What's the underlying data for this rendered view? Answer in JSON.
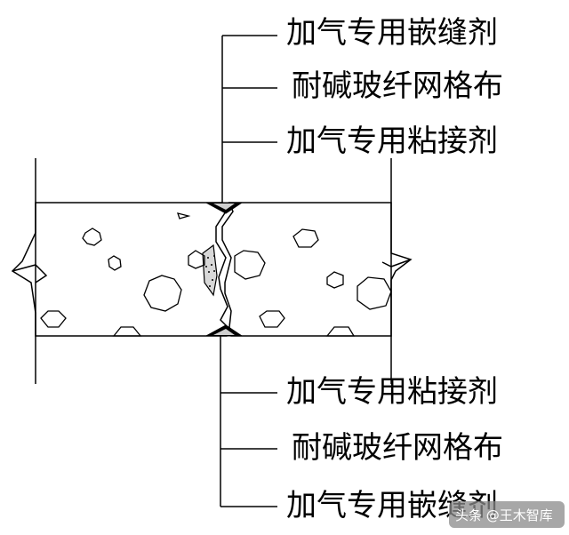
{
  "labels_top": [
    "加气专用嵌缝剂",
    "耐碱玻纤网格布",
    "加气专用粘接剂"
  ],
  "labels_bottom": [
    "加气专用粘接剂",
    "耐碱玻纤网格布",
    "加气专用嵌缝剂"
  ],
  "watermark": "头条 @王木智库",
  "colors": {
    "line": "#000000",
    "background": "#ffffff",
    "watermark_badge": "#8a8a8a"
  }
}
